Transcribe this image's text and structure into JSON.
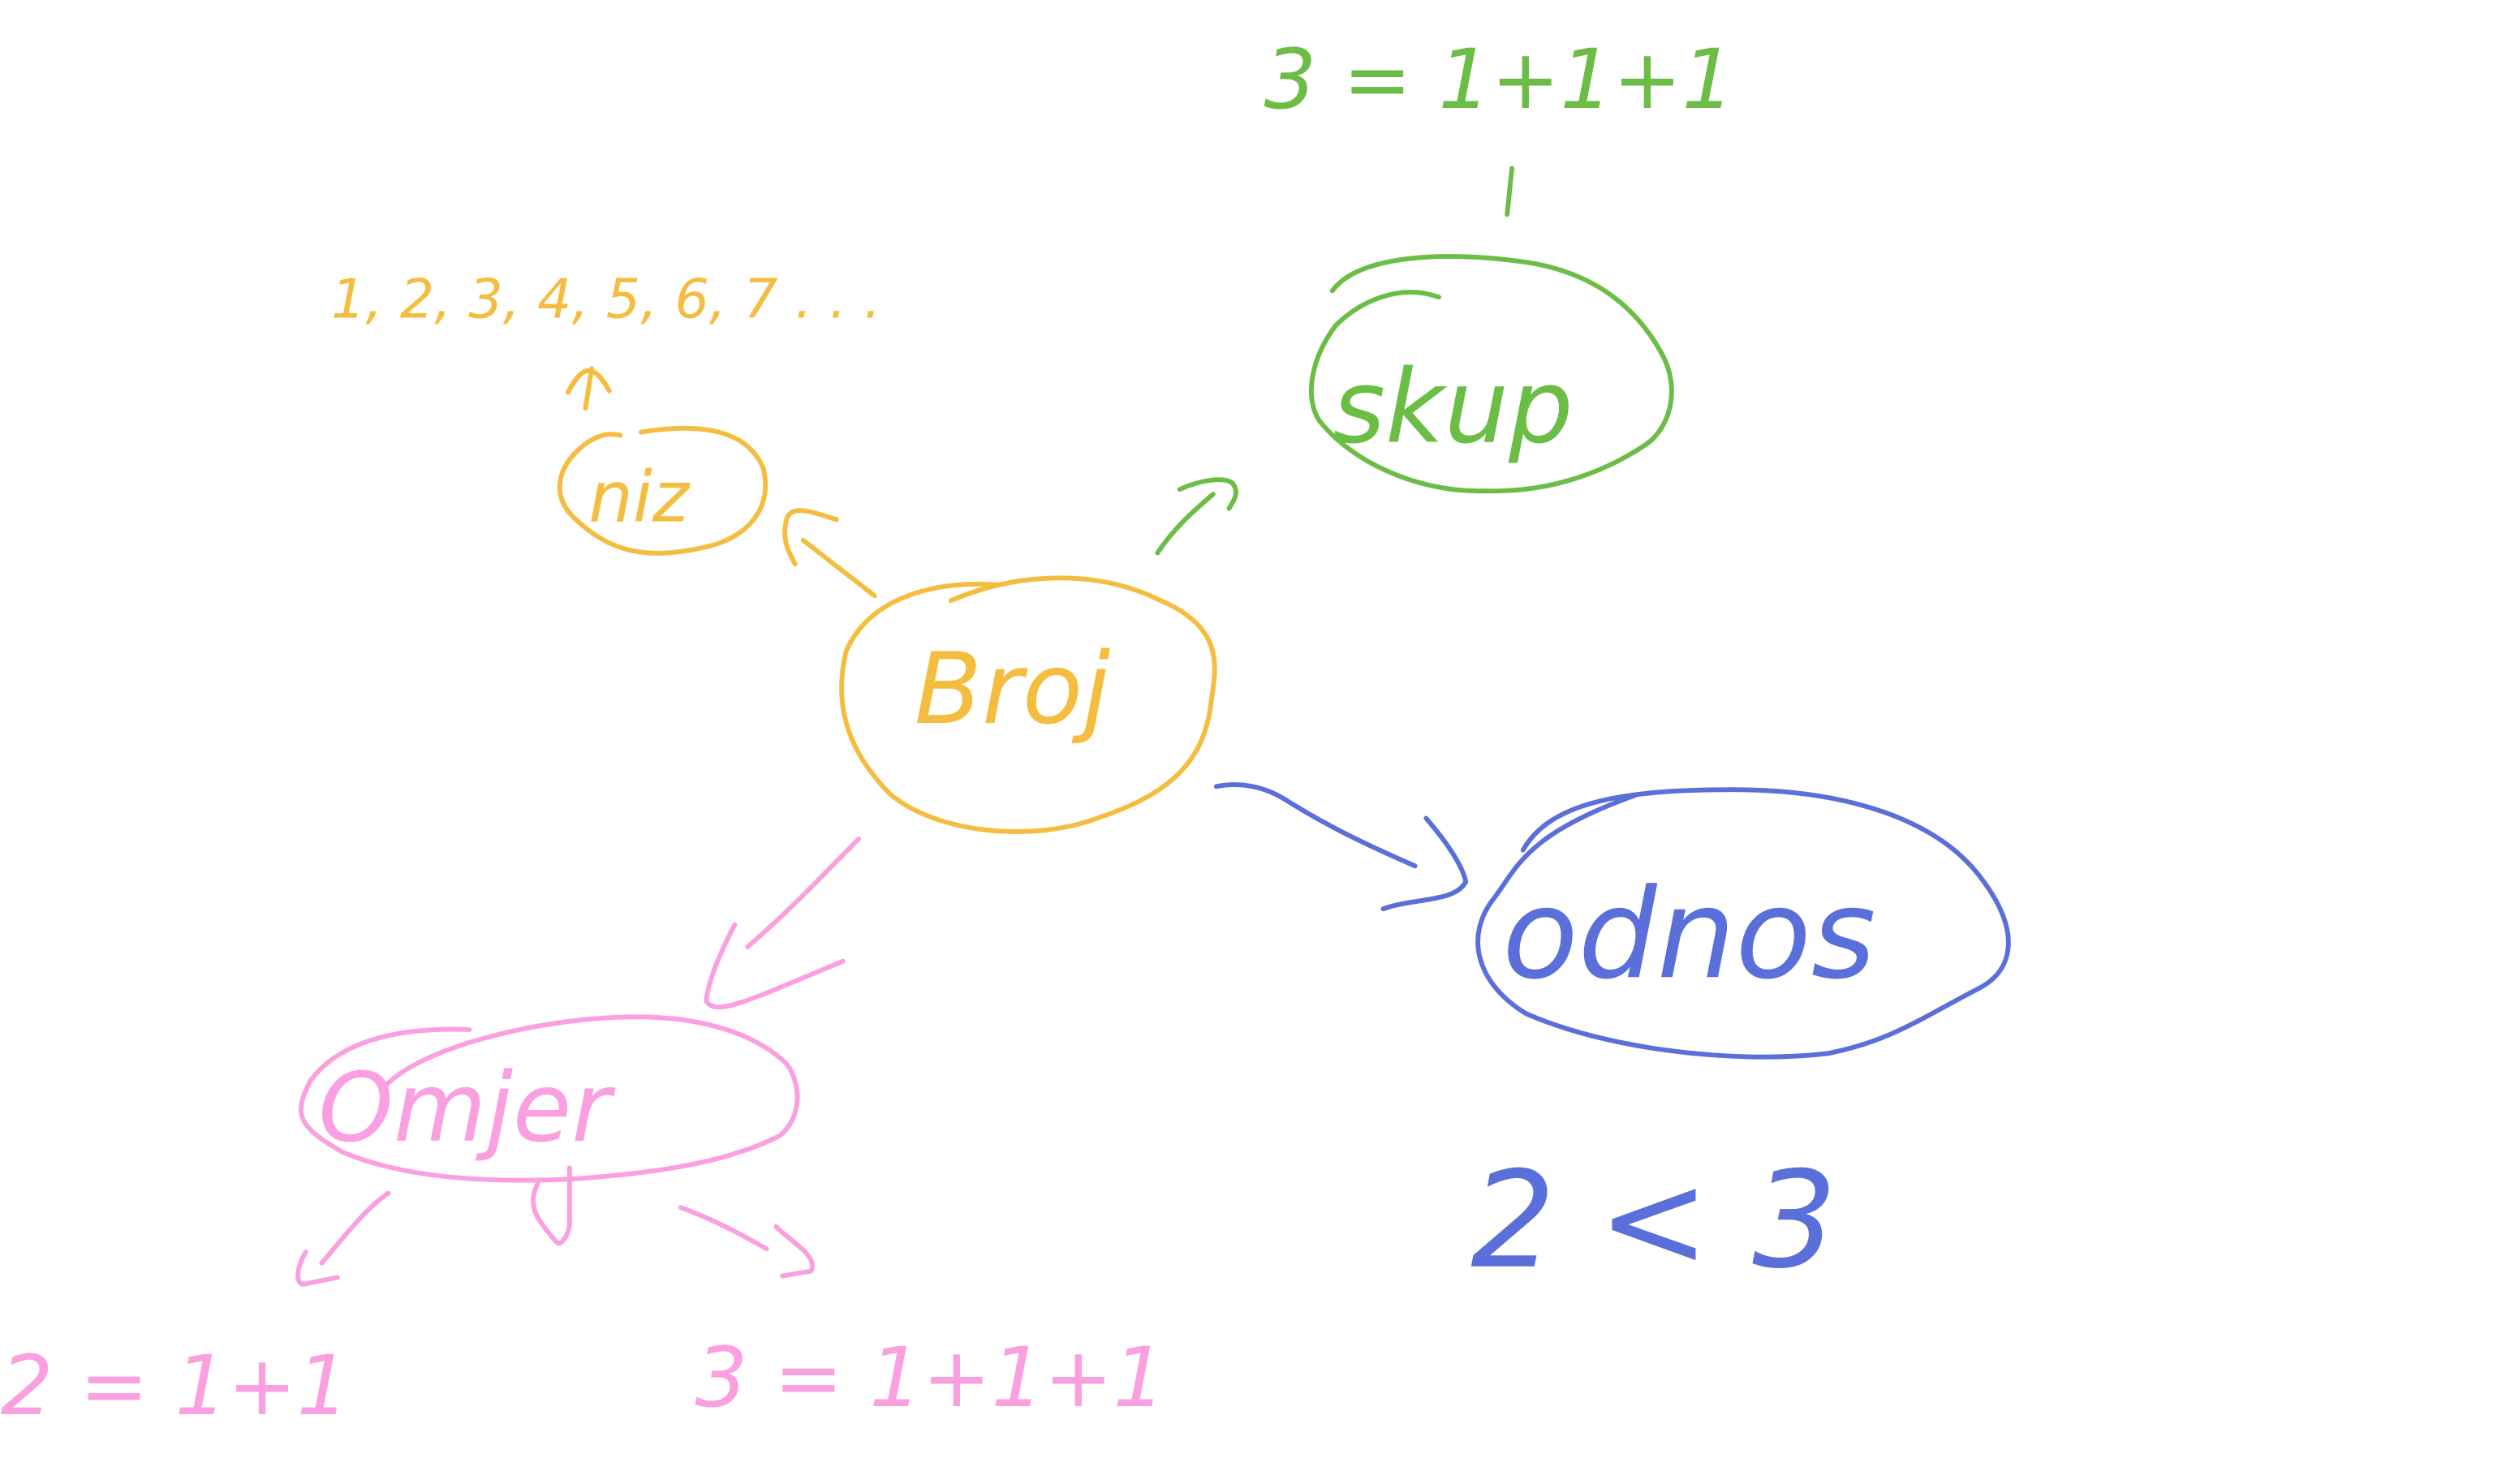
{
  "colors": {
    "center": "#f5bd3f",
    "niz": "#f5bd3f",
    "skup": "#6cbd45",
    "odnos": "#5a6fd9",
    "omjer": "#fa9fe0"
  },
  "center": {
    "label": "Broj"
  },
  "niz": {
    "label": "niz",
    "example": "1, 2, 3, 4, 5, 6, 7 . . ."
  },
  "skup": {
    "label": "skup",
    "example": "3 = 1+1+1"
  },
  "odnos": {
    "label": "odnos",
    "example": "2 < 3"
  },
  "omjer": {
    "label": "Omjer",
    "example_left": "2 = 1+1",
    "example_right": "3 = 1+1+1"
  }
}
